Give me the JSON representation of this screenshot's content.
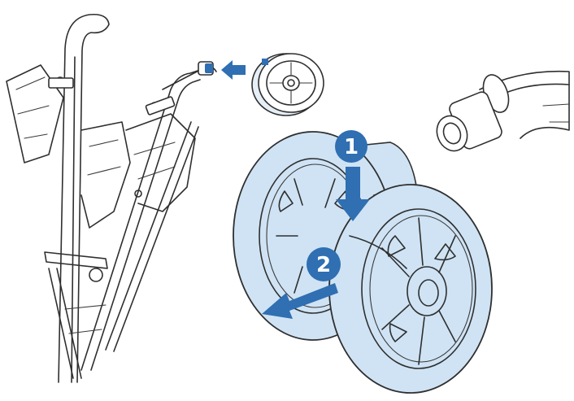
{
  "colors": {
    "accent": "#2f6fb2",
    "wheel_fill": "#cfe3f4",
    "line": "#2f2f2f",
    "background": "#ffffff"
  },
  "steps": [
    {
      "label": "1",
      "action": "arrow-down"
    },
    {
      "label": "2",
      "action": "arrow-outward"
    }
  ],
  "icons": [
    "connector-arrow-icon",
    "step-arrow-icon"
  ]
}
